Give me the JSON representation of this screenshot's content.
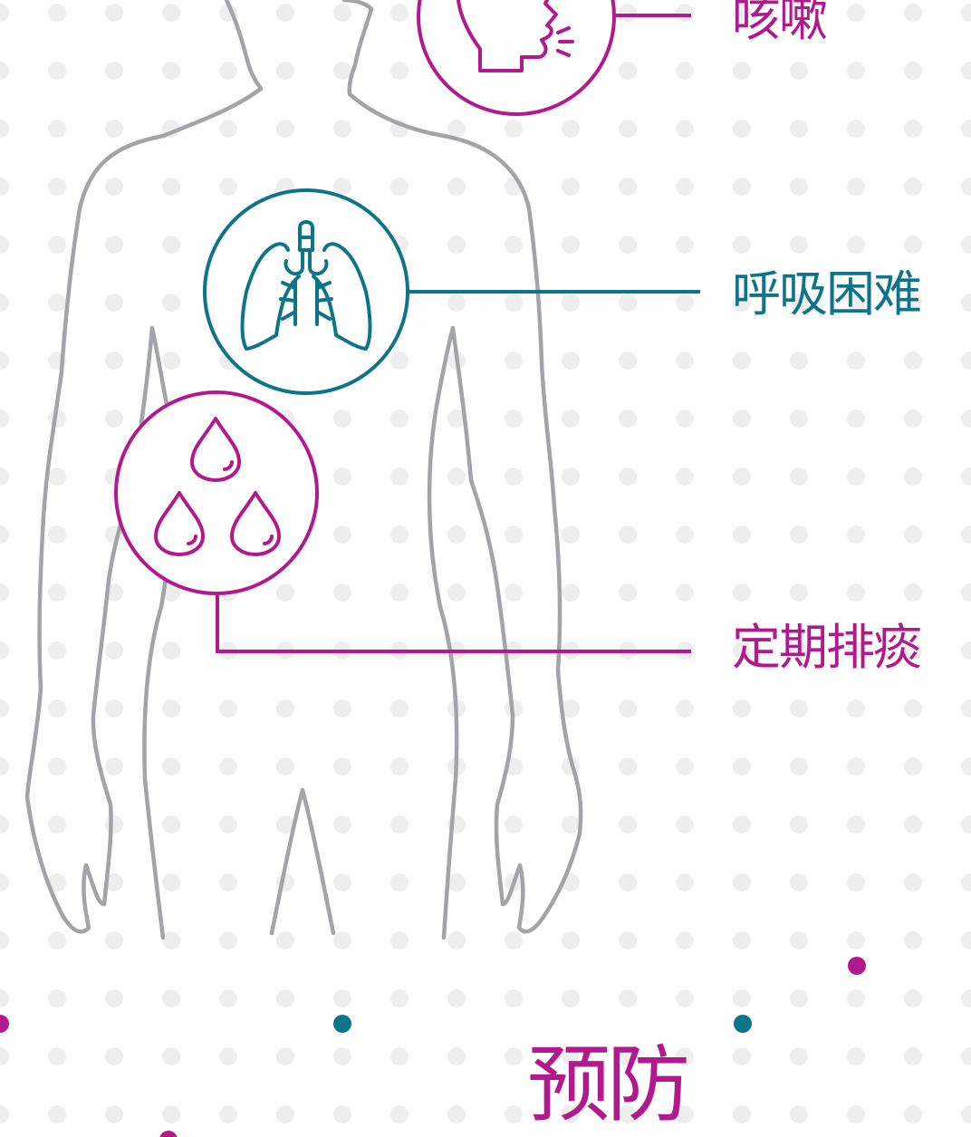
{
  "labels": {
    "cough": "咳嗽",
    "breathing": "呼吸困难",
    "sputum": "定期排痰",
    "prevention": "预防"
  },
  "colors": {
    "magenta": "#B3198E",
    "teal": "#0E7489",
    "body_outline": "#A2A4A8",
    "dot_light": "#EEEEEF",
    "background": "#FFFFFF"
  },
  "icons": {
    "cough": "coughing-head-icon",
    "breathing": "lungs-icon",
    "sputum": "droplets-icon"
  }
}
